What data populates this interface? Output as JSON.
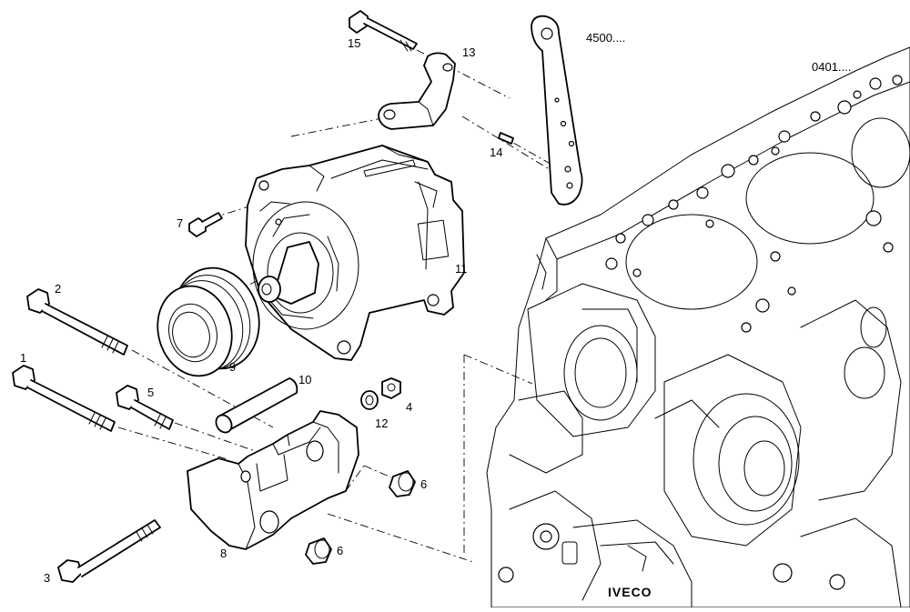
{
  "refs": {
    "r4500": "4500....",
    "r0401": "0401...."
  },
  "callouts": {
    "c1": "1",
    "c2": "2",
    "c3": "3",
    "c4": "4",
    "c5": "5",
    "c6a": "6",
    "c6b": "6",
    "c7": "7",
    "c8": "8",
    "c9": "9",
    "c10": "10",
    "c11": "11",
    "c12": "12",
    "c13": "13",
    "c14": "14",
    "c15": "15"
  },
  "logo": "IVECO"
}
